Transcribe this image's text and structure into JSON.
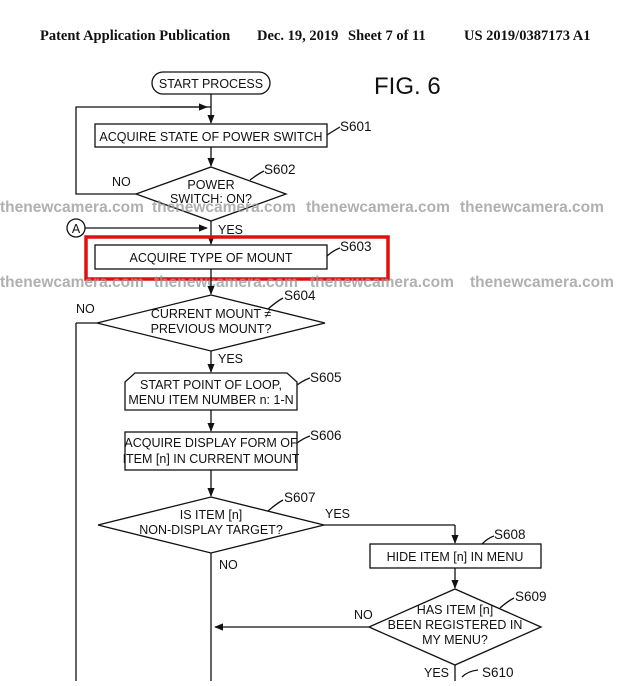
{
  "header": {
    "publication": "Patent Application Publication",
    "date": "Dec. 19, 2019",
    "sheet": "Sheet 7 of 11",
    "number": "US 2019/0387173 A1"
  },
  "figure_label": "FIG. 6",
  "connector_label": "A",
  "watermark": "thenewcamera.com",
  "highlight_color": "#e01010",
  "nodes": {
    "start": {
      "line1": "START PROCESS"
    },
    "s601": {
      "line1": "ACQUIRE STATE OF POWER SWITCH",
      "step": "S601"
    },
    "s602": {
      "line1": "POWER",
      "line2": "SWITCH: ON?",
      "step": "S602",
      "yes": "YES",
      "no": "NO"
    },
    "s603": {
      "line1": "ACQUIRE TYPE OF MOUNT",
      "step": "S603"
    },
    "s604": {
      "line1": "CURRENT MOUNT ≠",
      "line2": "PREVIOUS MOUNT?",
      "step": "S604",
      "yes": "YES",
      "no": "NO"
    },
    "s605": {
      "line1": "START POINT OF LOOP,",
      "line2": "MENU ITEM NUMBER n: 1-N",
      "step": "S605"
    },
    "s606": {
      "line1": "ACQUIRE DISPLAY FORM OF",
      "line2": "ITEM [n] IN CURRENT MOUNT",
      "step": "S606"
    },
    "s607": {
      "line1": "IS ITEM [n]",
      "line2": "NON-DISPLAY TARGET?",
      "step": "S607",
      "yes": "YES",
      "no": "NO"
    },
    "s608": {
      "line1": "HIDE ITEM [n] IN MENU",
      "step": "S608"
    },
    "s609": {
      "line1": "HAS ITEM [n]",
      "line2": "BEEN REGISTERED IN",
      "line3": "MY MENU?",
      "step": "S609",
      "yes": "YES",
      "no": "NO"
    },
    "s610": {
      "step": "S610"
    }
  }
}
